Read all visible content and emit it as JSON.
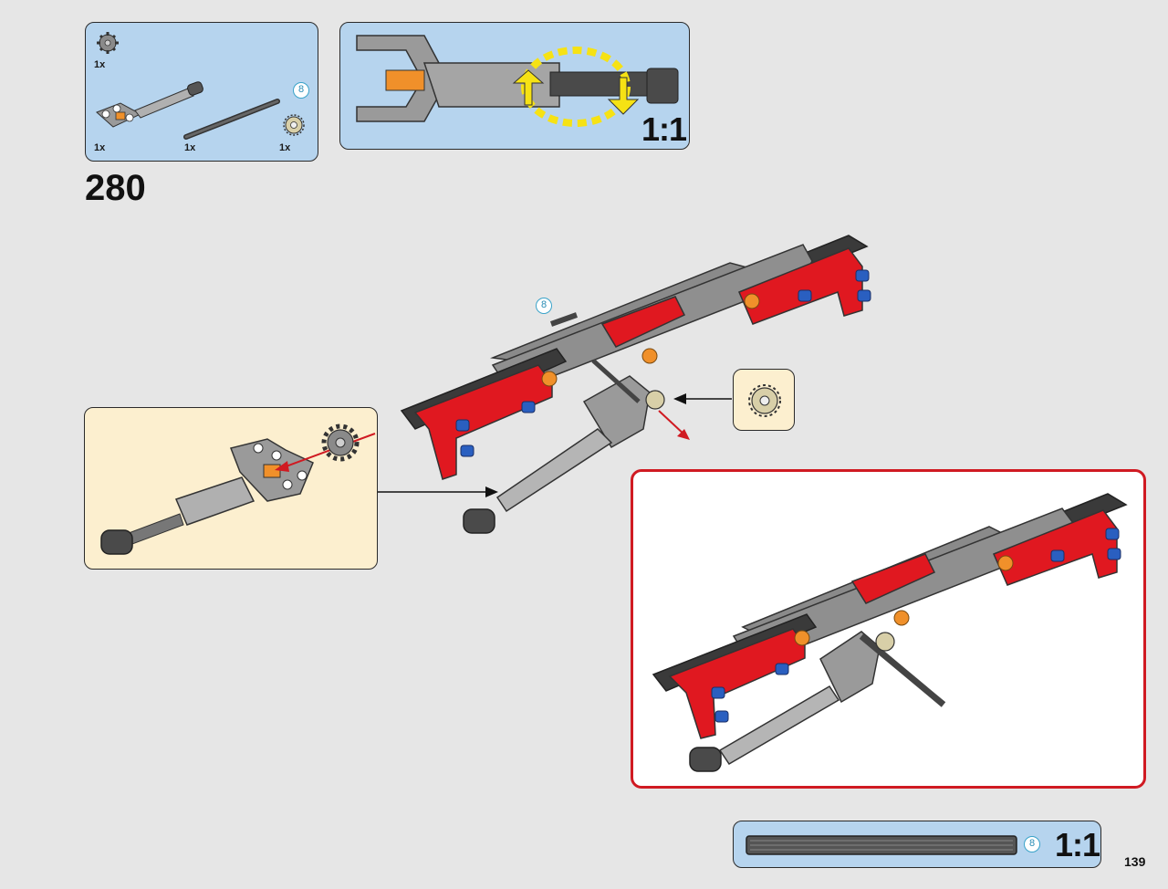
{
  "parts_list": {
    "items": [
      {
        "name": "gear",
        "qty": "1x"
      },
      {
        "name": "shock-absorber-part",
        "qty": "1x"
      },
      {
        "name": "axle",
        "qty": "1x",
        "length_label": "8"
      },
      {
        "name": "bushing-gear",
        "qty": "1x"
      }
    ]
  },
  "scale_panels": {
    "top": {
      "scale": "1:1"
    },
    "bottom": {
      "scale": "1:1",
      "length_label": "8"
    }
  },
  "step": {
    "number": "280"
  },
  "main_axle_label": "8",
  "page": {
    "number": "139"
  },
  "colors": {
    "panel_blue": "#b6d4ee",
    "panel_cream": "#fcefcf",
    "result_border": "#d01a22",
    "brick_red": "#e01820",
    "brick_blue": "#2a5fc0",
    "brick_gray": "#9a9a9a",
    "brick_dark": "#3a3a3a",
    "brick_orange": "#f0902a",
    "arrow_yellow": "#f6e214"
  }
}
